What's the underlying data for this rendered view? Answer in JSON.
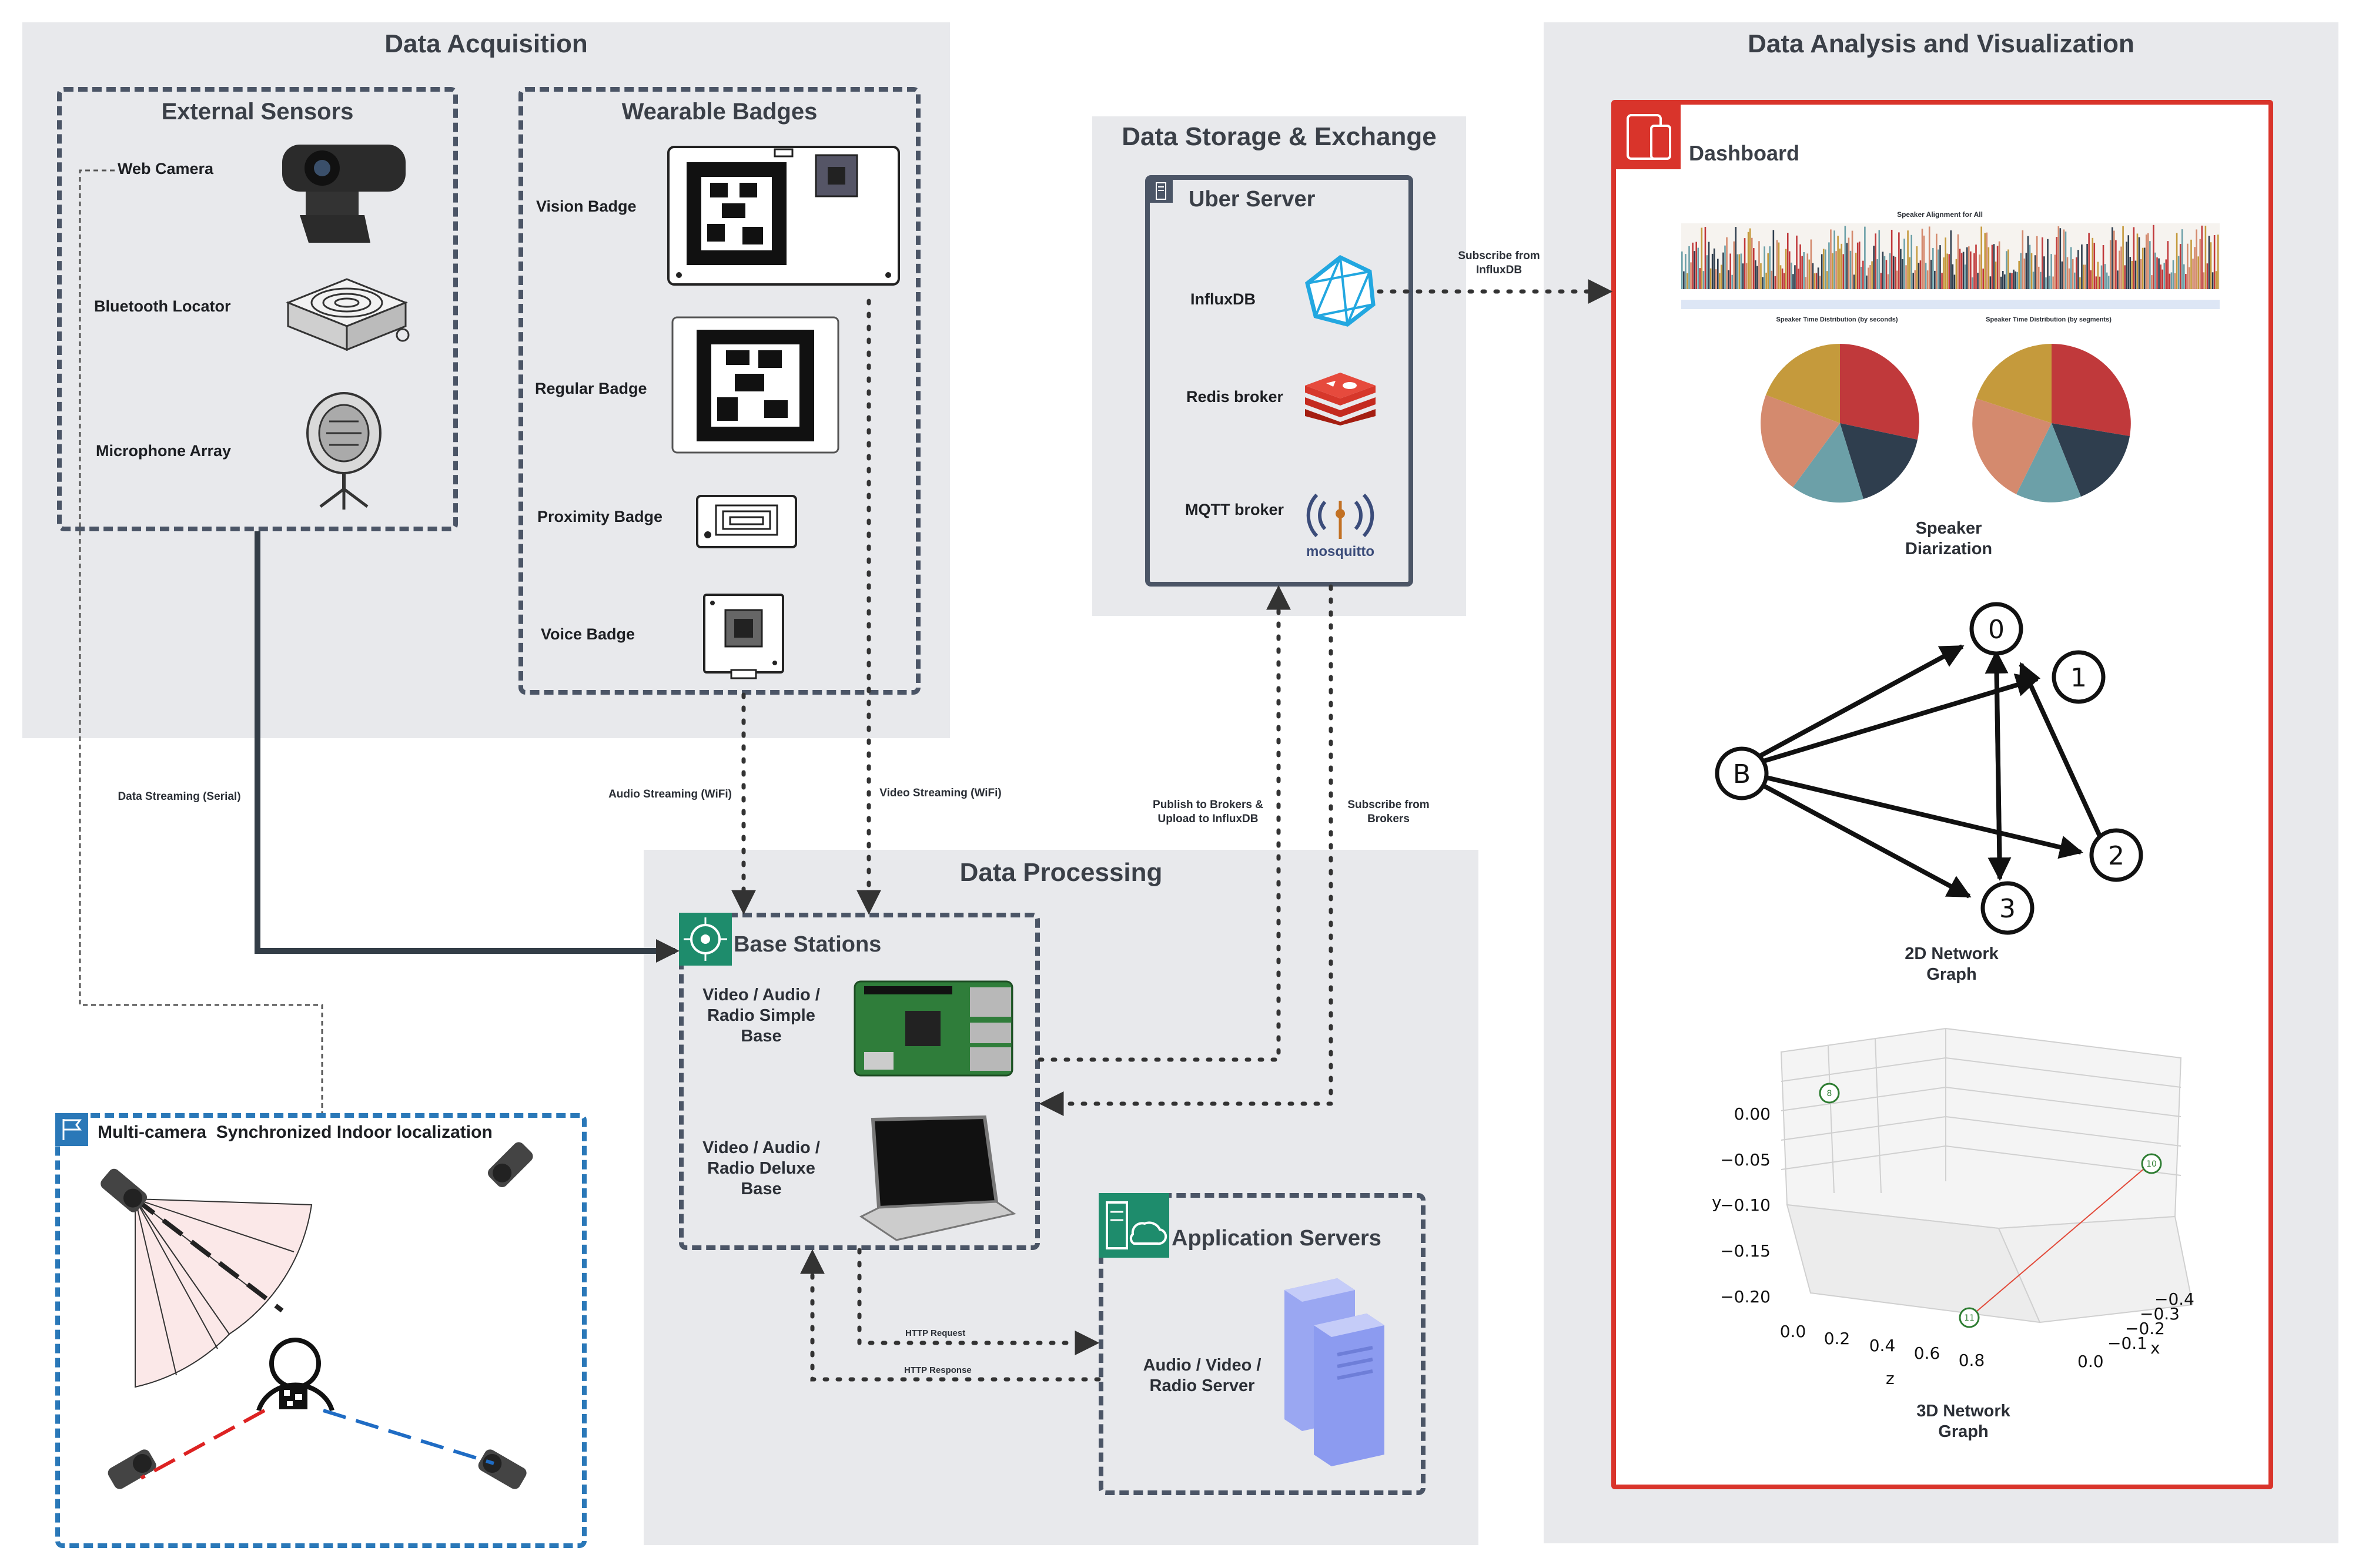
{
  "groups": {
    "acquisition": {
      "title": "Data Acquisition"
    },
    "external_sensors": {
      "title": "External Sensors",
      "items": [
        "Web Camera",
        "Bluetooth Locator",
        "Microphone Array"
      ]
    },
    "wearable_badges": {
      "title": "Wearable Badges",
      "items": [
        "Vision Badge",
        "Regular Badge",
        "Proximity Badge",
        "Voice Badge"
      ]
    },
    "storage": {
      "title": "Data Storage & Exchange"
    },
    "uber_server": {
      "title": "Uber Server",
      "items": [
        "InfluxDB",
        "Redis broker",
        "MQTT broker"
      ],
      "mosquitto_logo": "mosquitto"
    },
    "processing": {
      "title": "Data Processing"
    },
    "base_stations": {
      "title": "Base Stations",
      "simple": "Video / Audio / Radio Simple Base",
      "deluxe": "Video / Audio / Radio Deluxe Base"
    },
    "app_servers": {
      "title": "Application Servers",
      "server": "Audio / Video / Radio Server"
    },
    "analysis": {
      "title": "Data Analysis and Visualization"
    },
    "dashboard": {
      "title": "Dashboard"
    },
    "localization": {
      "title": "Multi-camera  Synchronized Indoor localization"
    }
  },
  "edges": {
    "serial": "Data Streaming (Serial)",
    "audio_wifi": "Audio Streaming (WiFi)",
    "video_wifi": "Video Streaming (WiFi)",
    "publish": "Publish to Brokers & Upload to InfluxDB",
    "subscribe_brokers": "Subscribe from Brokers",
    "subscribe_influx": "Subscribe from InfluxDB",
    "http_request": "HTTP Request",
    "http_response": "HTTP Response"
  },
  "dashboard_widgets": {
    "alignment_title": "Speaker Alignment for All",
    "pie1_title": "Speaker Time Distribution (by seconds)",
    "pie2_title": "Speaker Time Distribution (by segments)",
    "speaker_diarization": "Speaker Diarization",
    "graph2d_label": "2D Network Graph",
    "graph3d_label": "3D Network Graph"
  },
  "graph2d": {
    "nodes": [
      "0",
      "1",
      "2",
      "3",
      "B"
    ]
  },
  "graph3d": {
    "y_ticks": [
      "0.00",
      "−0.05",
      "−0.10",
      "−0.15",
      "−0.20"
    ],
    "z_ticks": [
      "0.0",
      "0.2",
      "0.4",
      "0.6",
      "0.8"
    ],
    "x_ticks": [
      "−0.4",
      "−0.3",
      "−0.2",
      "−0.1",
      "0.0"
    ],
    "y_label": "y",
    "z_label": "z",
    "x_label": "x",
    "nodes": [
      "8",
      "10",
      "11"
    ]
  },
  "colors": {
    "panel": "#e8e9ec",
    "dashed_border": "#4b5566",
    "dashboard_border": "#d9342b",
    "localization_border": "#2a78b8",
    "app_icon": "#1e8c6c",
    "pie": [
      "#c0393b",
      "#2f3e4e",
      "#6ca0a8",
      "#d48a6e",
      "#c59a3c"
    ]
  }
}
